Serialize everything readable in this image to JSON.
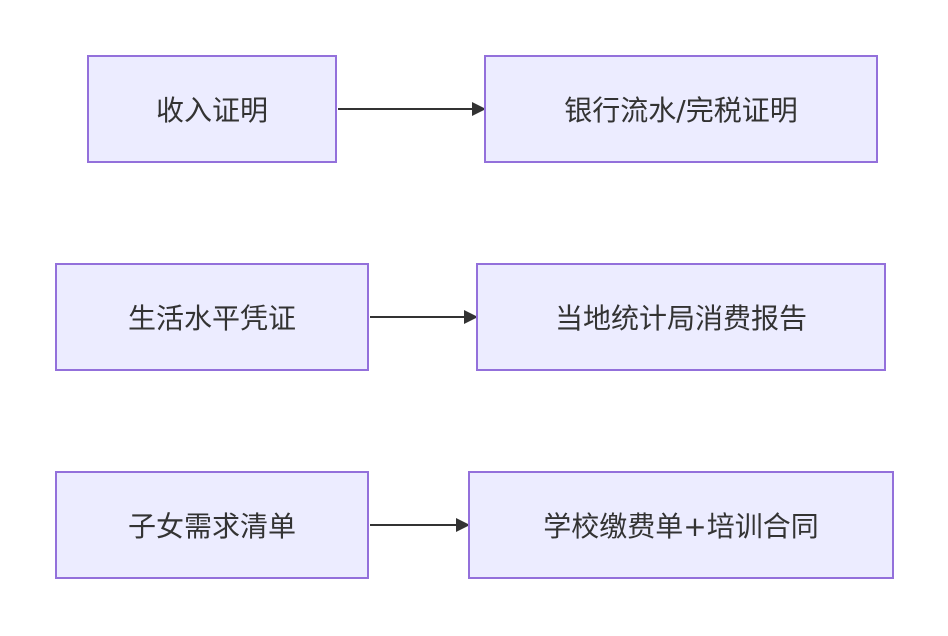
{
  "diagram": {
    "colors": {
      "node_fill": "#ececff",
      "node_border": "#9370db",
      "edge": "#333333",
      "text": "#333333"
    },
    "rows": [
      {
        "from": {
          "label": "收入证明"
        },
        "to": {
          "label": "银行流水/完税证明"
        }
      },
      {
        "from": {
          "label": "生活水平凭证"
        },
        "to": {
          "label": "当地统计局消费报告"
        }
      },
      {
        "from": {
          "label": "子女需求清单"
        },
        "to": {
          "label": "学校缴费单+培训合同"
        }
      }
    ]
  }
}
